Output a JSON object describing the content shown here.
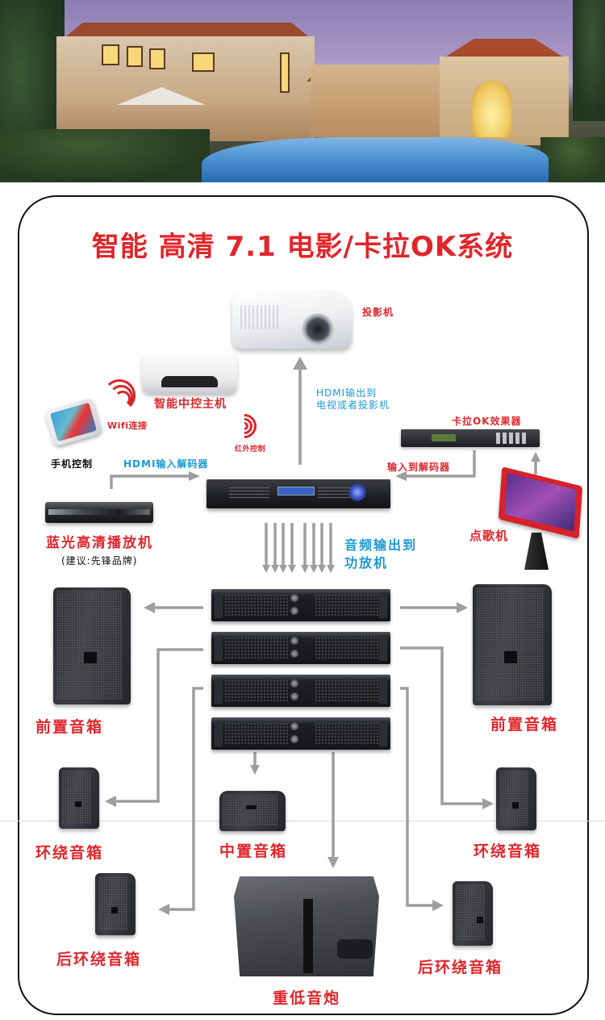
{
  "title": "智能 高清 7.1 电影/卡拉OK系统",
  "colors": {
    "title_red": "#e0262b",
    "label_red": "#e0262b",
    "label_blue": "#1b9ad6",
    "arrow_gray": "#9e9e9e",
    "frame_black": "#111111"
  },
  "hero": {
    "description": "luxury villa with pool at dusk"
  },
  "devices": {
    "projector": {
      "label": "投影机",
      "icon": "projector-icon"
    },
    "smart_hub": {
      "label": "智能中控主机",
      "icon": "set-top-box-icon"
    },
    "phone": {
      "label": "手机控制",
      "icon": "smartphone-icon"
    },
    "wifi": {
      "label": "Wifi连接",
      "icon": "wifi-waves-icon"
    },
    "infrared": {
      "label": "红外控制",
      "icon": "infrared-waves-icon"
    },
    "bluray": {
      "label": "蓝光高清播放机",
      "note": "(建议:先锋品牌)",
      "icon": "bluray-player-icon"
    },
    "decoder": {
      "icon": "decoder-icon"
    },
    "karaoke_effect": {
      "label": "卡拉OK效果器",
      "icon": "effects-processor-icon"
    },
    "jukebox": {
      "label": "点歌机",
      "icon": "touchscreen-jukebox-icon"
    },
    "amplifiers": {
      "count": 4,
      "icon": "power-amplifier-icon"
    },
    "front_left": {
      "label": "前置音箱"
    },
    "front_right": {
      "label": "前置音箱"
    },
    "surround_left": {
      "label": "环绕音箱"
    },
    "surround_right": {
      "label": "环绕音箱"
    },
    "center": {
      "label": "中置音箱"
    },
    "rear_left": {
      "label": "后环绕音箱"
    },
    "rear_right": {
      "label": "后环绕音箱"
    },
    "subwoofer": {
      "label": "重低音炮"
    }
  },
  "connections": {
    "hdmi_in": "HDMI输入解码器",
    "hdmi_out_line1": "HDMI输出到",
    "hdmi_out_line2": "电视或者投影机",
    "effect_to_decoder": "输入到解码器",
    "audio_out_line1": "音频输出到",
    "audio_out_line2": "功放机",
    "audio_channels": 8
  }
}
